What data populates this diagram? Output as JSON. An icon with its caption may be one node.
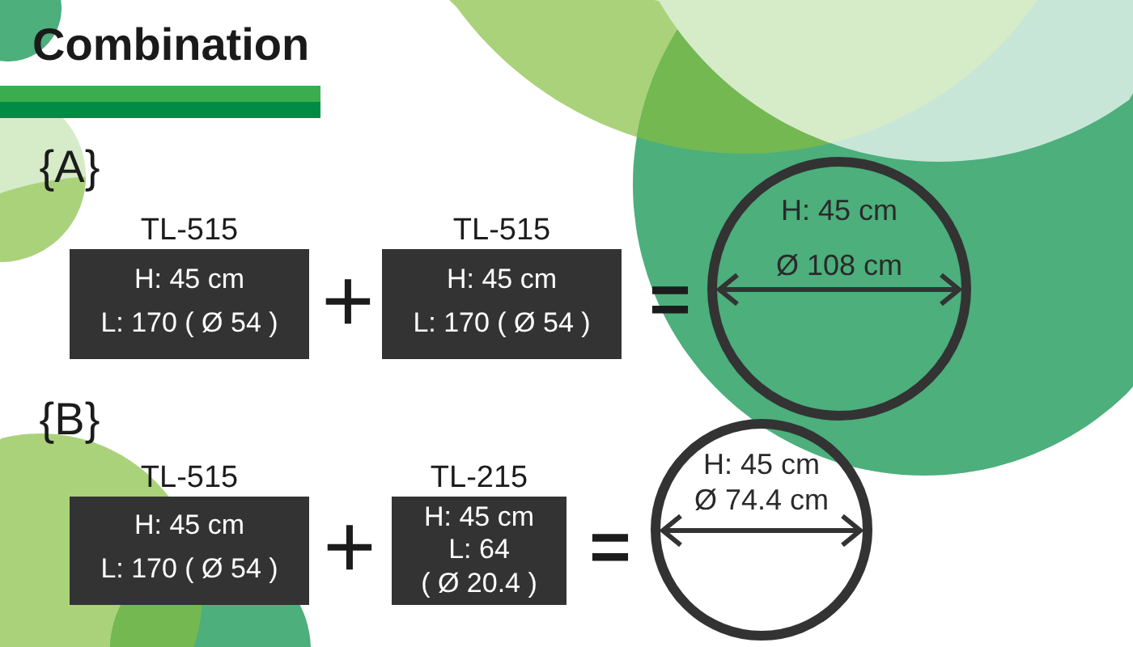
{
  "diagram": {
    "title": "Combination",
    "nodes": [
      {
        "text": [
          "TL-515",
          "H: 45 cm",
          "L: 170 ( Ø 54 )"
        ]
      },
      {
        "text": [
          "TL-515",
          "H: 45 cm",
          "L: 170 ( Ø 54 )"
        ]
      },
      {
        "text": [
          "H: 45 cm",
          "Ø 108 cm"
        ]
      },
      {
        "text": [
          "TL-515",
          "H: 45 cm",
          "L: 170 ( Ø 54 )"
        ]
      },
      {
        "text": [
          "TL-215",
          "H: 45 cm",
          "L: 64",
          "( Ø 20.4 )"
        ]
      },
      {
        "text": [
          "H: 45 cm",
          "Ø 74.4 cm"
        ]
      }
    ],
    "labels": [
      "{A}",
      "+",
      "=",
      "{B}",
      "+",
      "="
    ]
  }
}
